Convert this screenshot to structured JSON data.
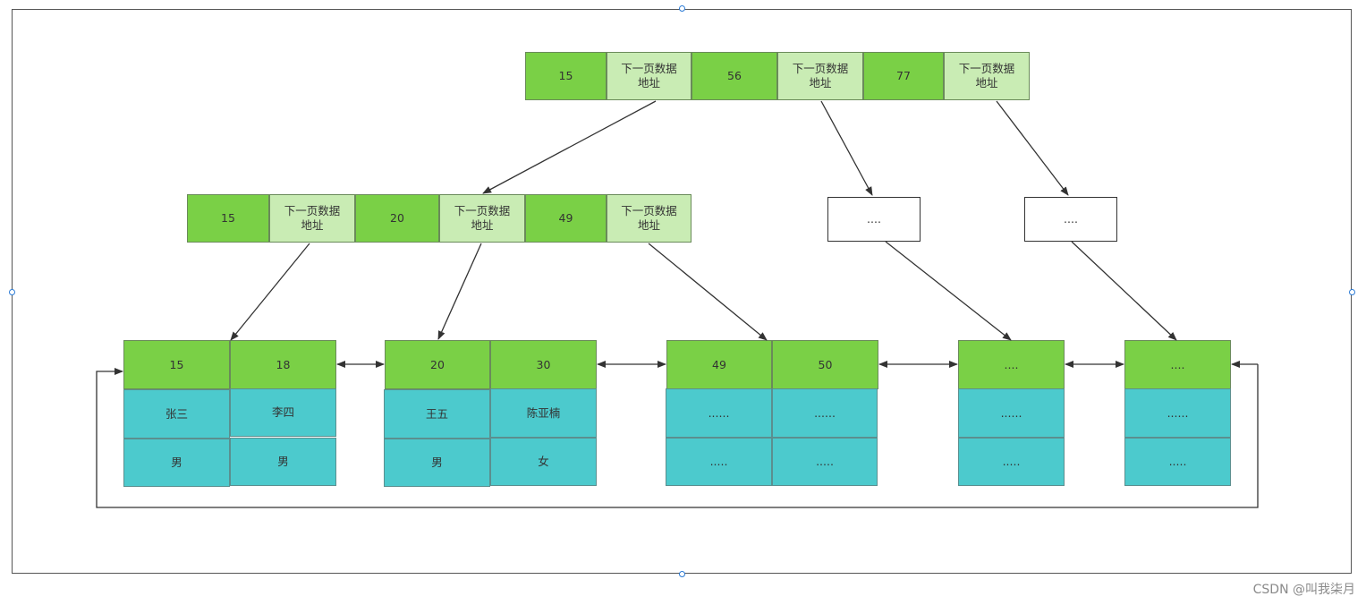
{
  "root": {
    "keys": [
      "15",
      "56",
      "77"
    ],
    "ptr_label": "下一页数据\n地址"
  },
  "internal": {
    "keys": [
      "15",
      "20",
      "49"
    ],
    "ptr_label": "下一页数据\n地址"
  },
  "placeholders": [
    "....",
    "...."
  ],
  "leaves": [
    {
      "keys": [
        "15",
        "18"
      ],
      "rows": [
        [
          "张三",
          "李四"
        ],
        [
          "男",
          "男"
        ]
      ]
    },
    {
      "keys": [
        "20",
        "30"
      ],
      "rows": [
        [
          "王五",
          "陈亚楠"
        ],
        [
          "男",
          "女"
        ]
      ]
    },
    {
      "keys": [
        "49",
        "50"
      ],
      "rows": [
        [
          "......",
          "......"
        ],
        [
          ".....",
          "....."
        ]
      ]
    },
    {
      "keys": [
        "...."
      ],
      "rows": [
        [
          "......"
        ],
        [
          "....."
        ]
      ]
    },
    {
      "keys": [
        "...."
      ],
      "rows": [
        [
          "......"
        ],
        [
          "....."
        ]
      ]
    }
  ],
  "watermark": "CSDN @叫我柒月",
  "colors": {
    "key": "#7ad046",
    "ptr": "#c9ecb4",
    "row": "#4ccacd",
    "frame": "#555555",
    "handle": "#2b7bd6"
  }
}
